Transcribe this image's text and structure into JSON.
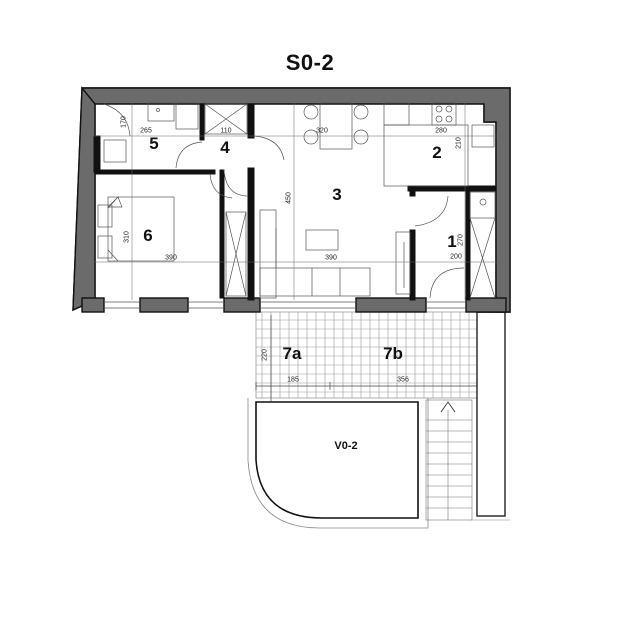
{
  "plan": {
    "title": "S0-2",
    "colors": {
      "wall": "#6b6b6b",
      "wall_outline": "#111111",
      "line": "#555555",
      "grid": "#999999",
      "background": "#ffffff"
    },
    "rooms": [
      {
        "id": "1",
        "label": "1",
        "dims": [
          "200",
          "270"
        ]
      },
      {
        "id": "2",
        "label": "2",
        "dims": [
          "280",
          "210"
        ]
      },
      {
        "id": "3",
        "label": "3",
        "dims": [
          "320",
          "450",
          "390"
        ]
      },
      {
        "id": "4",
        "label": "4",
        "dims": [
          "110"
        ]
      },
      {
        "id": "5",
        "label": "5",
        "dims": [
          "265",
          "170"
        ]
      },
      {
        "id": "6",
        "label": "6",
        "dims": [
          "390",
          "310"
        ]
      },
      {
        "id": "7a",
        "label": "7a",
        "dims": [
          "185",
          "220"
        ]
      },
      {
        "id": "7b",
        "label": "7b",
        "dims": [
          "356"
        ]
      }
    ],
    "garden_unit": {
      "label": "V0-2"
    },
    "stairs": {
      "direction": "up",
      "icon": "arrow-up-icon"
    }
  }
}
